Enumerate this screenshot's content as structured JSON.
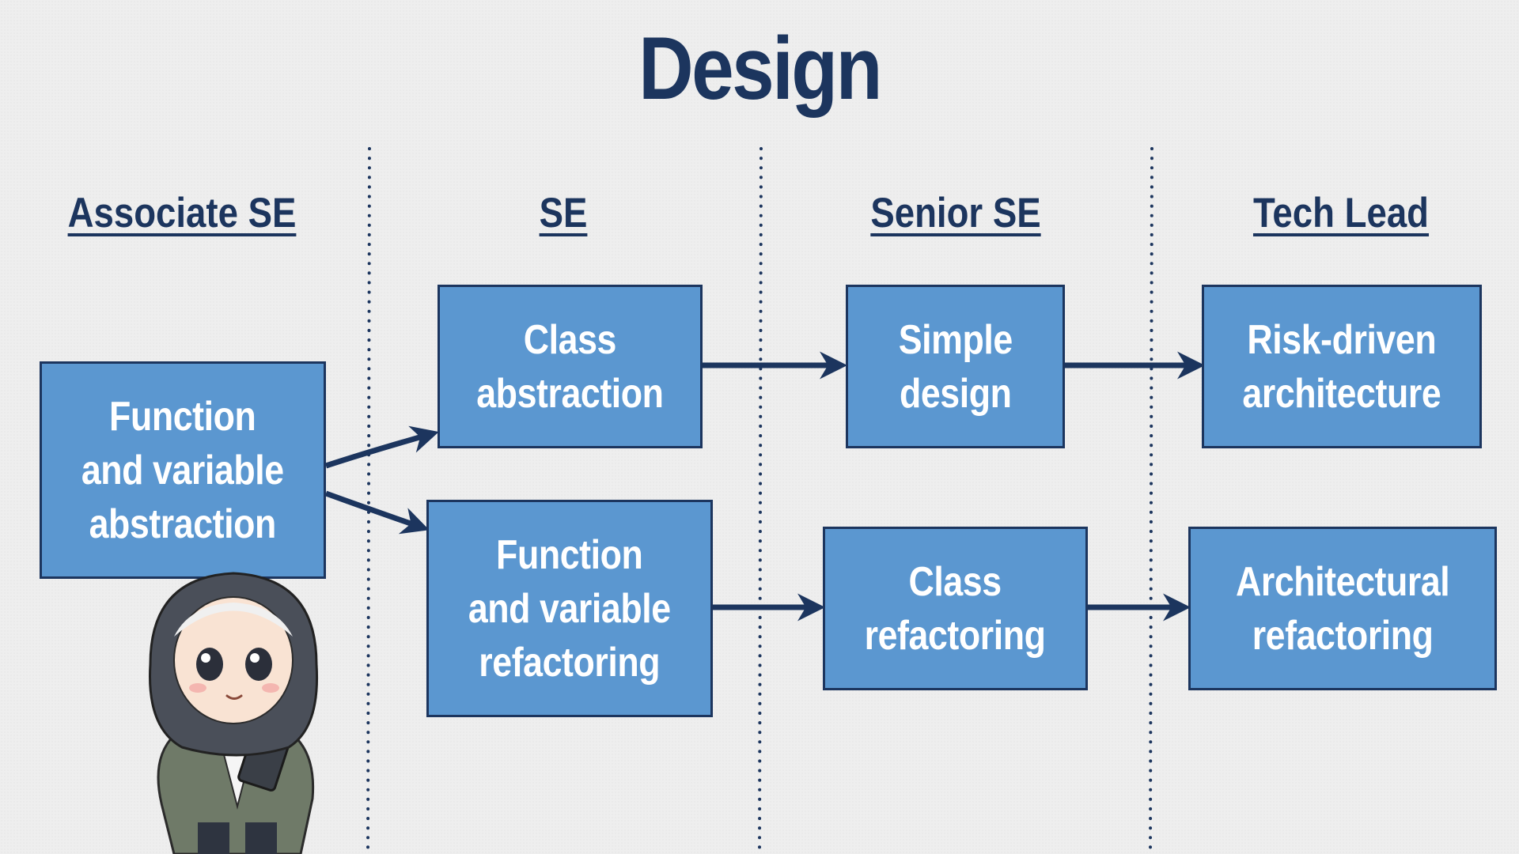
{
  "title": "Design",
  "columns": [
    {
      "heading": "Associate SE"
    },
    {
      "heading": "SE"
    },
    {
      "heading": "Senior SE"
    },
    {
      "heading": "Tech Lead"
    }
  ],
  "boxes": {
    "function_variable_abstraction": "Function\nand variable\nabstraction",
    "class_abstraction": "Class\nabstraction",
    "function_variable_refactoring": "Function\nand variable\nrefactoring",
    "simple_design": "Simple\ndesign",
    "class_refactoring": "Class\nrefactoring",
    "risk_driven_architecture": "Risk-driven\narchitecture",
    "architectural_refactoring": "Architectural\nrefactoring"
  },
  "colors": {
    "box_fill": "#5b97d0",
    "box_border": "#1c355e",
    "text_dark": "#1c355e",
    "box_text": "#ffffff"
  }
}
